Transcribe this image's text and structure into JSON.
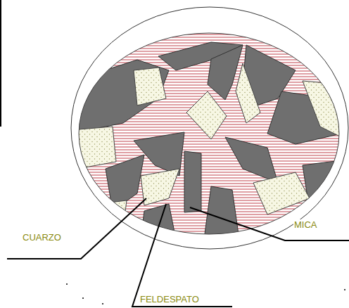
{
  "diagram": {
    "labels": [
      "CUARZO",
      "FELDESPATO",
      "MICA"
    ]
  }
}
